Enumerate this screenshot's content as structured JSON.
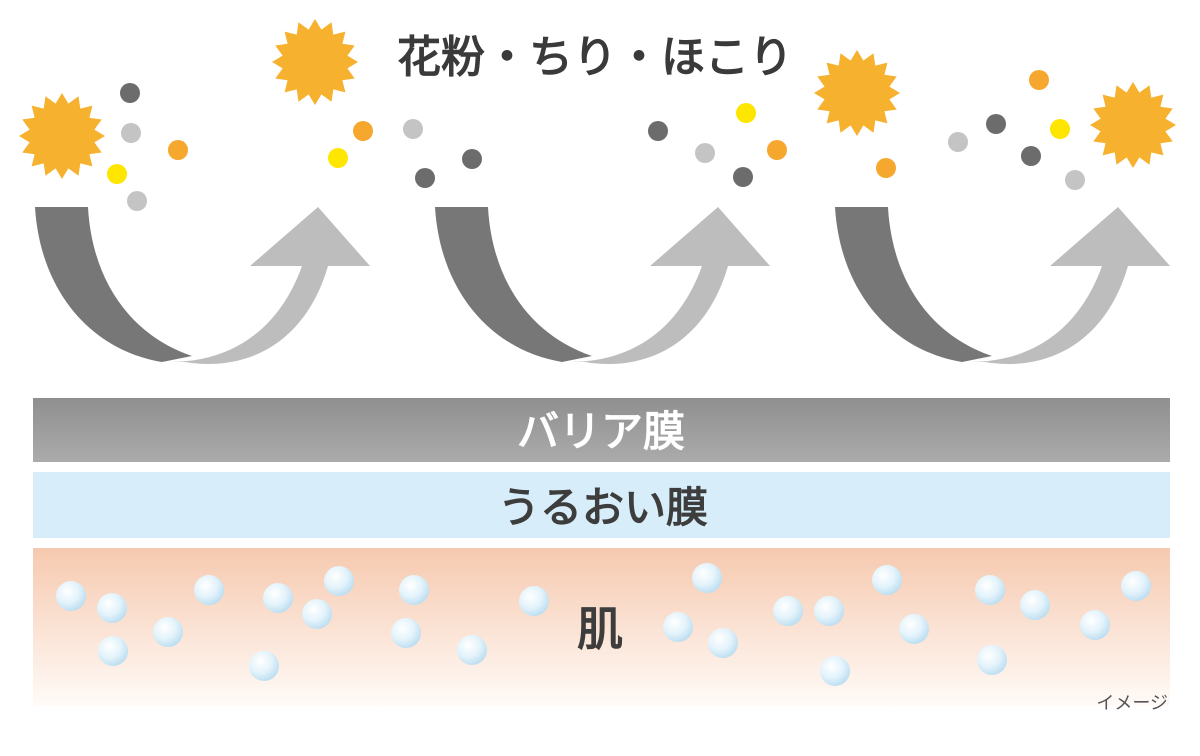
{
  "title": "花粉・ちり・ほこり",
  "layers": {
    "barrier": {
      "label": "バリア膜"
    },
    "moisture": {
      "label": "うるおい膜"
    },
    "skin": {
      "label": "肌"
    }
  },
  "caption": "イメージ",
  "colors": {
    "sun": "#F6B12F",
    "yellow_dot": "#FFE600",
    "orange_dot": "#F5A72E",
    "gray_dark_dot": "#6C6C6C",
    "gray_light_dot": "#C4C4C4",
    "arrow_dark": "#777777",
    "arrow_light": "#BDBDBD",
    "barrier_band": "#9E9E9E",
    "moisture_band": "#D7EEFA",
    "skin_top": "#F7CDB4",
    "skin_bottom": "#FFFAF6",
    "bubble": "#CFE9F7"
  },
  "icons": [
    "sun-icon",
    "particle-dot",
    "deflect-arrow-icon",
    "bubble-dot"
  ]
}
